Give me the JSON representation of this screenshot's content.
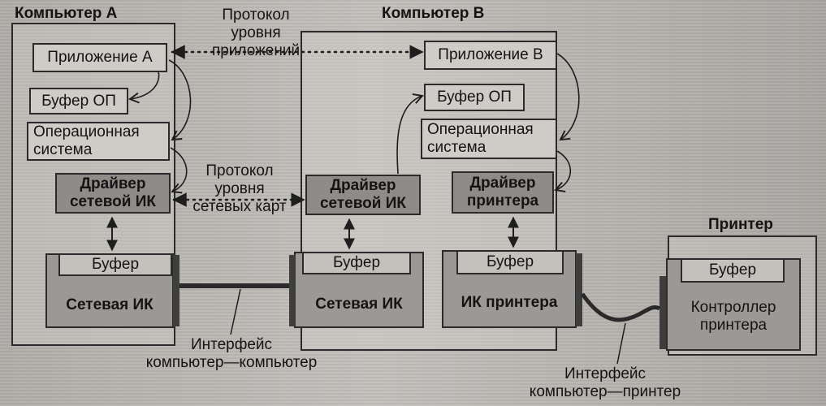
{
  "computer_a": {
    "title": "Компьютер А",
    "app": "Приложение А",
    "buffer_os": "Буфер ОП",
    "os_line1": "Операционная",
    "os_line2": "система",
    "driver_line1": "Драйвер",
    "driver_line2": "сетевой ИК",
    "nic_buffer": "Буфер",
    "nic": "Сетевая ИК"
  },
  "computer_b": {
    "title": "Компьютер В",
    "app": "Приложение В",
    "buffer_os": "Буфер ОП",
    "os_line1": "Операционная",
    "os_line2": "система",
    "driver_nic": "Драйвер сетевой ИК",
    "driver_printer_line1": "Драйвер",
    "driver_printer_line2": "принтера",
    "nic_buffer": "Буфер",
    "nic": "Сетевая ИК",
    "printer_if_buffer": "Буфер",
    "printer_if": "ИК принтера"
  },
  "printer": {
    "title": "Принтер",
    "buffer": "Буфер",
    "controller_line1": "Контроллер",
    "controller_line2": "принтера"
  },
  "protocols": {
    "app_line1": "Протокол",
    "app_line2": "уровня",
    "app_line3": "приложений",
    "nic_line1": "Протокол",
    "nic_line2": "уровня",
    "nic_line3": "сетевых карт"
  },
  "interfaces": {
    "cc_line1": "Интерфейс",
    "cc_line2": "компьютер—компьютер",
    "cp_line1": "Интерфейс",
    "cp_line2": "компьютер—принтер"
  }
}
